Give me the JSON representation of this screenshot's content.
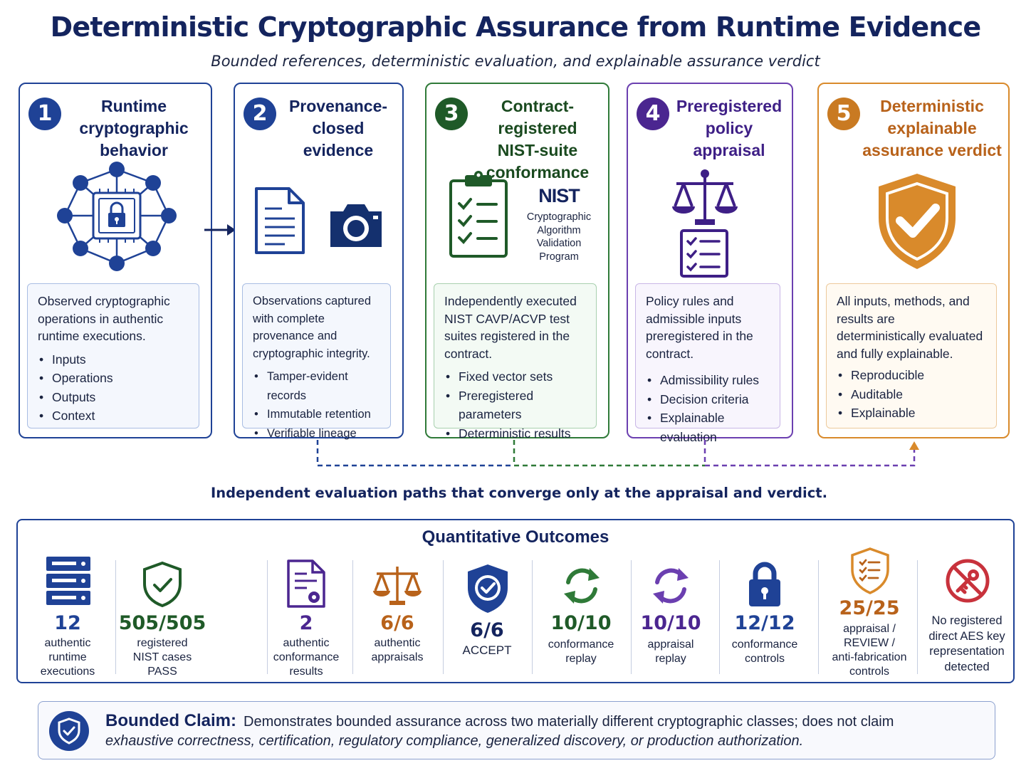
{
  "title": "Deterministic Cryptographic Assurance from Runtime Evidence",
  "subtitle": "Bounded references, deterministic evaluation, and explainable assurance verdict",
  "colors": {
    "navy": "#1f4296",
    "green": "#2f7a38",
    "purple": "#6b3fb0",
    "orange": "#d98a2b",
    "red": "#c8323c"
  },
  "steps": [
    {
      "number": "1",
      "title_lines": [
        "Runtime",
        "cryptographic",
        "behavior"
      ],
      "icon": "network-lock-chip-icon",
      "description": "Observed cryptographic operations in authentic runtime executions.",
      "bullets": [
        "Inputs",
        "Operations",
        "Outputs",
        "Context"
      ]
    },
    {
      "number": "2",
      "title_lines": [
        "Provenance-",
        "closed",
        "evidence"
      ],
      "icons": [
        "document-icon",
        "camera-icon"
      ],
      "description": "Observations captured with complete provenance and cryptographic integrity.",
      "bullets": [
        "Tamper-evident records",
        "Immutable retention",
        "Verifiable lineage"
      ]
    },
    {
      "number": "3",
      "title_lines": [
        "Contract-registered",
        "NIST-suite",
        "conformance"
      ],
      "icons": [
        "checklist-clipboard-icon",
        "nist-logo-icon"
      ],
      "nist_logo": "NIST",
      "nist_caption_lines": [
        "Cryptographic",
        "Algorithm",
        "Validation",
        "Program"
      ],
      "description": "Independently executed NIST CAVP/ACVP test suites registered in the contract.",
      "bullets": [
        "Fixed vector sets",
        "Preregistered parameters",
        "Deterministic results"
      ]
    },
    {
      "number": "4",
      "title_lines": [
        "Preregistered",
        "policy",
        "appraisal"
      ],
      "icons": [
        "scales-icon",
        "checklist-icon"
      ],
      "description": "Policy rules and admissible inputs preregistered in the contract.",
      "bullets": [
        "Admissibility rules",
        "Decision criteria",
        "Explainable evaluation"
      ]
    },
    {
      "number": "5",
      "title_lines": [
        "Deterministic",
        "explainable",
        "assurance verdict"
      ],
      "icon": "shield-check-icon",
      "description": "All inputs, methods, and results are deterministically evaluated and fully explainable.",
      "bullets": [
        "Reproducible",
        "Auditable",
        "Explainable"
      ]
    }
  ],
  "converge_note": "Independent evaluation paths that converge only at the appraisal and verdict.",
  "outcomes": {
    "title": "Quantitative Outcomes",
    "metrics": [
      {
        "icon": "server-icon",
        "value": "12",
        "label_lines": [
          "authentic",
          "runtime",
          "executions"
        ],
        "color": "#1f4296"
      },
      {
        "icon": "shield-check-icon",
        "value": "505/505",
        "label_lines": [
          "registered",
          "NIST cases",
          "PASS"
        ],
        "color": "#1f5a28"
      },
      {
        "icon": "document-gear-icon",
        "value": "2",
        "label_lines": [
          "authentic",
          "conformance",
          "results"
        ],
        "color": "#4b2690"
      },
      {
        "icon": "scales-icon",
        "value": "6/6",
        "label_lines": [
          "authentic",
          "appraisals"
        ],
        "color": "#b8621a"
      },
      {
        "icon": "shield-check-icon",
        "value": "6/6",
        "label_lines": [
          "ACCEPT"
        ],
        "color": "#14245e"
      },
      {
        "icon": "replay-icon",
        "value": "10/10",
        "label_lines": [
          "conformance",
          "replay"
        ],
        "color": "#1f5a28"
      },
      {
        "icon": "replay-icon",
        "value": "10/10",
        "label_lines": [
          "appraisal",
          "replay"
        ],
        "color": "#4b2690"
      },
      {
        "icon": "lock-icon",
        "value": "12/12",
        "label_lines": [
          "conformance",
          "controls"
        ],
        "color": "#1f4296"
      },
      {
        "icon": "shield-checklist-icon",
        "value": "25/25",
        "label_lines": [
          "appraisal /",
          "REVIEW /",
          "anti-fabrication",
          "controls"
        ],
        "color": "#b8621a"
      },
      {
        "icon": "no-key-icon",
        "value": "",
        "label_lines": [
          "No registered",
          "direct AES key",
          "representation",
          "detected"
        ],
        "color": "#c8323c"
      }
    ]
  },
  "claim": {
    "label": "Bounded Claim:",
    "line1": "Demonstrates bounded assurance across two materially different cryptographic classes; does not claim",
    "line2": "exhaustive correctness, certification, regulatory compliance, generalized discovery, or production authorization."
  }
}
